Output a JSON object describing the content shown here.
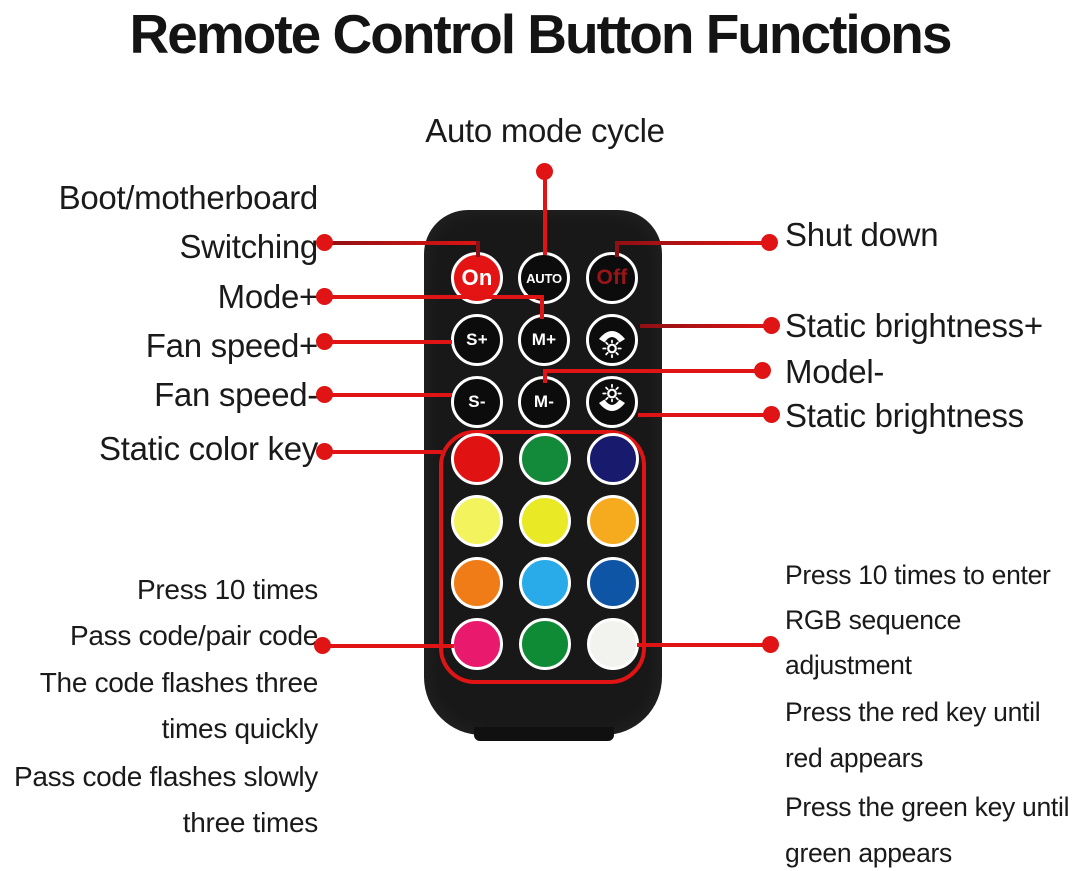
{
  "title": "Remote Control Button Functions",
  "colors": {
    "accent_red": "#e01414",
    "dark_red": "#8f1014",
    "remote_body": "#181818",
    "button_fill": "#0c0c0c",
    "on_button": "#e41414",
    "off_text": "#9b1518",
    "text": "#1a1a1a"
  },
  "annotations": {
    "top": "Auto mode cycle",
    "left": [
      "Boot/motherboard",
      "Switching",
      "Mode+",
      "Fan speed+",
      "Fan speed-",
      "Static color key"
    ],
    "right": [
      "Shut down",
      "Static brightness+",
      "Model-",
      "Static brightness"
    ],
    "bottom_left": [
      "Press 10 times",
      "Pass code/pair code",
      "The code flashes three",
      "times quickly",
      "Pass code flashes slowly",
      "three times"
    ],
    "bottom_right": [
      "Press 10 times to enter",
      "RGB sequence",
      "adjustment",
      "Press the red key until",
      "red appears",
      "Press the green key until",
      "green appears"
    ]
  },
  "remote": {
    "buttons": {
      "on": "On",
      "auto": "AUTO",
      "off": "Off",
      "s_plus": "S+",
      "m_plus": "M+",
      "s_minus": "S-",
      "m_minus": "M-"
    },
    "icons": {
      "brightness_up": "brightness-up-icon",
      "brightness_down": "brightness-down-icon"
    },
    "color_grid": [
      [
        "#e11212",
        "#13893a",
        "#181a6e"
      ],
      [
        "#f3f35e",
        "#e9e926",
        "#f6ab1f"
      ],
      [
        "#ef7c17",
        "#2aabe9",
        "#0f55a5"
      ],
      [
        "#e91a6e",
        "#0f8b36",
        "#f2f2ee"
      ]
    ]
  }
}
